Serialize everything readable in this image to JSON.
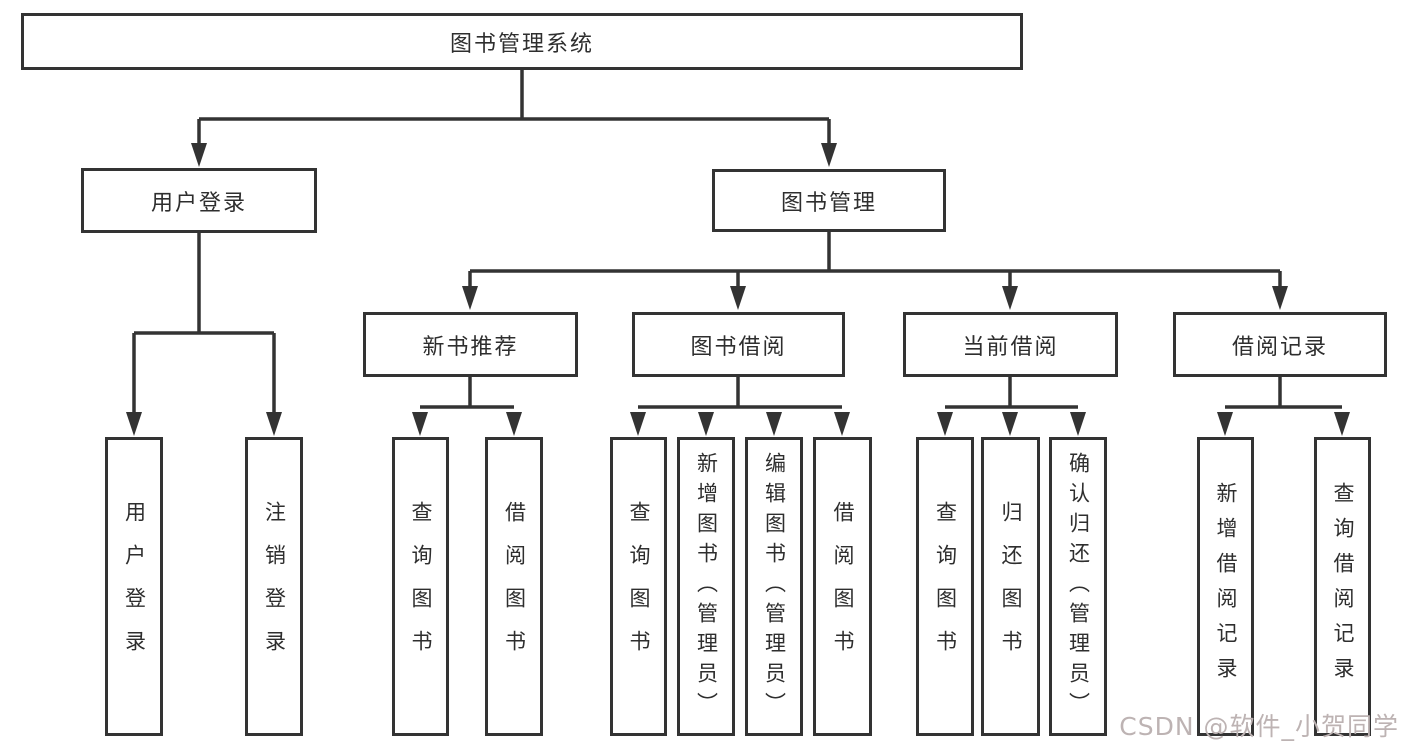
{
  "colors": {
    "line": "#333333",
    "text": "#2e2e2e",
    "watermark": "#bdb3b3"
  },
  "watermark": "CSDN @软件_小贺同学",
  "tree": {
    "root": {
      "label": "图书管理系统",
      "children": [
        {
          "label": "用户登录",
          "children": [
            {
              "label": "用户登录"
            },
            {
              "label": "注销登录"
            }
          ]
        },
        {
          "label": "图书管理",
          "children": [
            {
              "label": "新书推荐",
              "children": [
                {
                  "label": "查询图书"
                },
                {
                  "label": "借阅图书"
                }
              ]
            },
            {
              "label": "图书借阅",
              "children": [
                {
                  "label": "查询图书"
                },
                {
                  "label": "新增图书（管理员）"
                },
                {
                  "label": "编辑图书（管理员）"
                },
                {
                  "label": "借阅图书"
                }
              ]
            },
            {
              "label": "当前借阅",
              "children": [
                {
                  "label": "查询图书"
                },
                {
                  "label": "归还图书"
                },
                {
                  "label": "确认归还（管理员）"
                }
              ]
            },
            {
              "label": "借阅记录",
              "children": [
                {
                  "label": "新增借阅记录"
                },
                {
                  "label": "查询借阅记录"
                }
              ]
            }
          ]
        }
      ]
    }
  }
}
